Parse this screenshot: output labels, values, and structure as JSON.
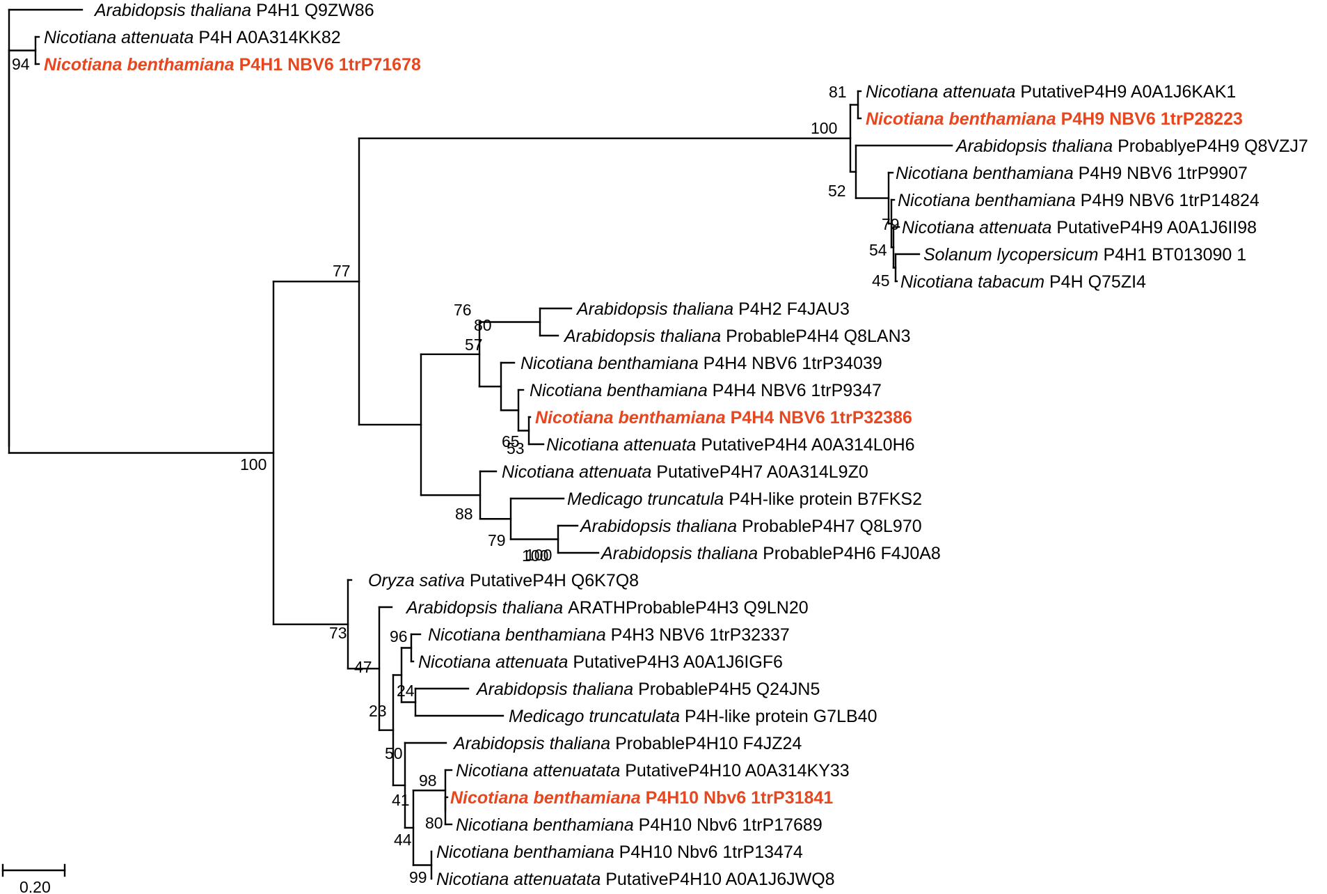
{
  "scale_label": "0.20",
  "highlight_color": "#e8461e",
  "leaves": [
    {
      "species": "Arabidopsis thaliana",
      "gene": "P4H1 Q9ZW86",
      "highlight": false
    },
    {
      "species": "Nicotiana attenuata",
      "gene": "P4H A0A314KK82",
      "highlight": false
    },
    {
      "species": "Nicotiana benthamiana",
      "gene": "P4H1 NBV6 1trP71678",
      "highlight": true
    },
    {
      "species": "Nicotiana attenuata",
      "gene": "PutativeP4H9 A0A1J6KAK1",
      "highlight": false
    },
    {
      "species": "Nicotiana benthamiana",
      "gene": "P4H9 NBV6 1trP28223",
      "highlight": true
    },
    {
      "species": "Arabidopsis thaliana",
      "gene": "ProbablyeP4H9 Q8VZJ7",
      "highlight": false
    },
    {
      "species": "Nicotiana benthamiana",
      "gene": "P4H9 NBV6 1trP9907",
      "highlight": false
    },
    {
      "species": "Nicotiana benthamiana",
      "gene": "P4H9 NBV6 1trP14824",
      "highlight": false
    },
    {
      "species": "Nicotiana attenuata",
      "gene": "PutativeP4H9 A0A1J6II98",
      "highlight": false
    },
    {
      "species": "Solanum lycopersicum",
      "gene": "P4H1 BT013090 1",
      "highlight": false
    },
    {
      "species": "Nicotiana tabacum",
      "gene": "P4H Q75ZI4",
      "highlight": false
    },
    {
      "species": "Arabidopsis thaliana",
      "gene": "P4H2 F4JAU3",
      "highlight": false
    },
    {
      "species": "Arabidopsis thaliana",
      "gene": "ProbableP4H4 Q8LAN3",
      "highlight": false
    },
    {
      "species": "Nicotiana benthamiana",
      "gene": "P4H4 NBV6 1trP34039",
      "highlight": false
    },
    {
      "species": "Nicotiana benthamiana",
      "gene": "P4H4 NBV6 1trP9347",
      "highlight": false
    },
    {
      "species": "Nicotiana benthamiana",
      "gene": "P4H4 NBV6 1trP32386",
      "highlight": true
    },
    {
      "species": "Nicotiana attenuata",
      "gene": "PutativeP4H4 A0A314L0H6",
      "highlight": false
    },
    {
      "species": "Nicotiana attenuata",
      "gene": "PutativeP4H7 A0A314L9Z0",
      "highlight": false
    },
    {
      "species": "Medicago truncatula",
      "gene": "P4H-like protein B7FKS2",
      "highlight": false
    },
    {
      "species": "Arabidopsis thaliana",
      "gene": "ProbableP4H7 Q8L970",
      "highlight": false
    },
    {
      "species": "Arabidopsis thaliana",
      "gene": "ProbableP4H6 F4J0A8",
      "highlight": false
    },
    {
      "species": "Oryza sativa",
      "gene": "PutativeP4H Q6K7Q8",
      "highlight": false
    },
    {
      "species": "Arabidopsis thaliana",
      "gene": "ARATHProbableP4H3 Q9LN20",
      "highlight": false
    },
    {
      "species": "Nicotiana benthamiana",
      "gene": "P4H3 NBV6 1trP32337",
      "highlight": false
    },
    {
      "species": "Nicotiana attenuata",
      "gene": "PutativeP4H3 A0A1J6IGF6",
      "highlight": false
    },
    {
      "species": "Arabidopsis thaliana",
      "gene": "ProbableP4H5 Q24JN5",
      "highlight": false
    },
    {
      "species": "Medicago truncatulata",
      "gene": "P4H-like protein G7LB40",
      "highlight": false
    },
    {
      "species": "Arabidopsis thaliana",
      "gene": "ProbableP4H10 F4JZ24",
      "highlight": false
    },
    {
      "species": "Nicotiana attenuatata",
      "gene": "PutativeP4H10 A0A314KY33",
      "highlight": false
    },
    {
      "species": "Nicotiana benthamiana",
      "gene": "P4H10 Nbv6 1trP31841",
      "highlight": true
    },
    {
      "species": "Nicotiana benthamiana",
      "gene": "P4H10 Nbv6 1trP17689",
      "highlight": false
    },
    {
      "species": "Nicotiana benthamiana",
      "gene": "P4H10 Nbv6 1trP13474",
      "highlight": false
    },
    {
      "species": "Nicotiana attenuatata",
      "gene": "PutativeP4H10 A0A1J6JWQ8",
      "highlight": false
    }
  ],
  "bootstrap_values": [
    "94",
    "81",
    "100",
    "52",
    "79",
    "54",
    "45",
    "77",
    "100",
    "76",
    "57",
    "80",
    "53",
    "65",
    "88",
    "79",
    "100",
    "100",
    "73",
    "47",
    "96",
    "24",
    "23",
    "50",
    "98",
    "80",
    "41",
    "44",
    "99"
  ]
}
